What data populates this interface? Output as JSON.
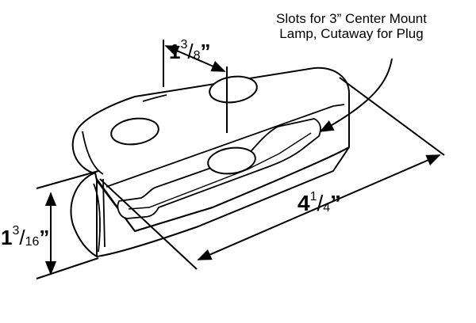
{
  "callout": {
    "line1": "Slots for 3” Center Mount",
    "line2": "Lamp, Cutaway for Plug"
  },
  "dimensions": {
    "slot_spacing": {
      "whole": "1",
      "num": "3",
      "den": "8",
      "mark": "”"
    },
    "height": {
      "whole": "1",
      "num": "3",
      "den": "16",
      "mark": "”"
    },
    "length": {
      "whole": "4",
      "num": "1",
      "den": "4",
      "mark": "”"
    }
  },
  "colors": {
    "stroke": "#000000",
    "body": "#ffffff"
  }
}
